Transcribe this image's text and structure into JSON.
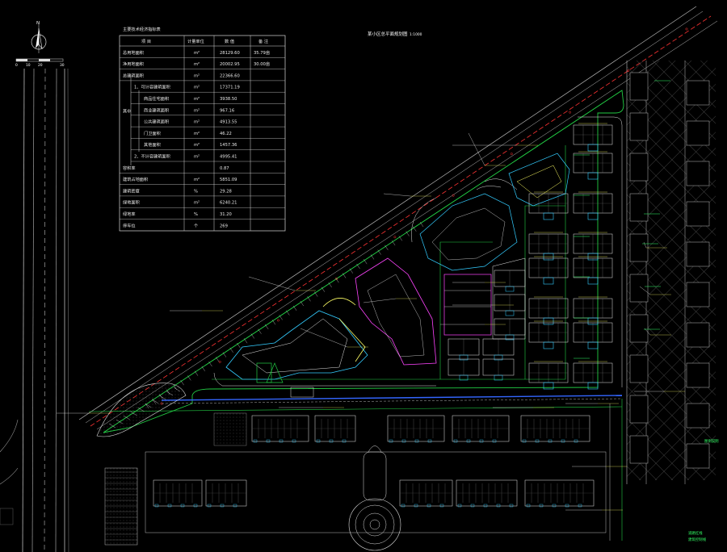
{
  "drawing": {
    "title": "某小区总平面规划图",
    "scale": "1:1000",
    "north_label": "N",
    "scale_bar": [
      "0",
      "10",
      "20",
      "30"
    ]
  },
  "table": {
    "title": "主要技术经济指标表",
    "headers": [
      "项 目",
      "计量单位",
      "数 值",
      "备 注"
    ],
    "rows": [
      {
        "group": "",
        "item": "总用地面积",
        "unit": "m²",
        "value": "28129.60",
        "note": "35.79亩"
      },
      {
        "group": "",
        "item": "净用地面积",
        "unit": "m²",
        "value": "20002.95",
        "note": "30.00亩"
      },
      {
        "group": "",
        "item": "总建筑面积",
        "unit": "m²",
        "value": "22366.60",
        "note": ""
      },
      {
        "group": "其中",
        "item": "1、可计容建筑面积",
        "unit": "m²",
        "value": "17371.19",
        "note": ""
      },
      {
        "group": "",
        "item": "商品住宅面积",
        "unit": "m²",
        "value": "3938.50",
        "note": ""
      },
      {
        "group": "",
        "item": "商业建筑面积",
        "unit": "m²",
        "value": "967.16",
        "note": ""
      },
      {
        "group": "",
        "item": "公共建筑面积",
        "unit": "m²",
        "value": "4913.55",
        "note": ""
      },
      {
        "group": "",
        "item": "门卫面积",
        "unit": "m²",
        "value": "46.22",
        "note": ""
      },
      {
        "group": "",
        "item": "其他面积",
        "unit": "m²",
        "value": "1457.36",
        "note": ""
      },
      {
        "group": "",
        "item": "2、不计容建筑面积",
        "unit": "m²",
        "value": "4995.41",
        "note": ""
      },
      {
        "group": "",
        "item": "容积率",
        "unit": "",
        "value": "0.87",
        "note": ""
      },
      {
        "group": "",
        "item": "建筑占地面积",
        "unit": "m²",
        "value": "5851.09",
        "note": ""
      },
      {
        "group": "",
        "item": "建筑密度",
        "unit": "%",
        "value": "29.28",
        "note": ""
      },
      {
        "group": "",
        "item": "绿地面积",
        "unit": "m²",
        "value": "6240.21",
        "note": ""
      },
      {
        "group": "",
        "item": "绿地率",
        "unit": "%",
        "value": "31.20",
        "note": ""
      },
      {
        "group": "",
        "item": "停车位",
        "unit": "个",
        "value": "269",
        "note": ""
      }
    ]
  },
  "notes": {
    "legend_1": "图例说明",
    "legend_2": "道路红线",
    "legend_3": "建筑控制线"
  },
  "colors": {
    "background": "#000000",
    "boundary_red": "#ff3333",
    "road_green": "#22cc44",
    "building_cyan": "#33ccff",
    "building_magenta": "#ff44ff",
    "building_white": "#e6e6e6",
    "text_yellow": "#ffff66",
    "hatch_gray": "#6a6a6a"
  }
}
